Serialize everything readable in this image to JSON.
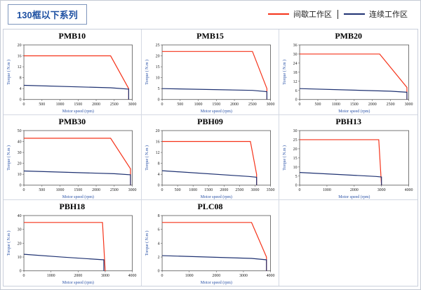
{
  "header": {
    "title": "130框以下系列",
    "legend": [
      {
        "label": "间歇工作区",
        "color": "#f5331a"
      },
      {
        "label": "连续工作区",
        "color": "#1f3272"
      }
    ]
  },
  "chart_data": [
    {
      "type": "line",
      "name": "PMB10",
      "xlabel": "Motor speed (rpm)",
      "ylabel": "Torque ( N.m )",
      "xlim": [
        0,
        3000
      ],
      "xticks": [
        0,
        500,
        1000,
        1500,
        2000,
        2500,
        3000
      ],
      "ylim": [
        0,
        20
      ],
      "yticks": [
        0,
        4,
        8,
        12,
        16,
        20
      ],
      "series": [
        {
          "name": "间歇工作区",
          "color": "#f5331a",
          "points": [
            [
              0,
              16
            ],
            [
              2400,
              16
            ],
            [
              2900,
              4
            ],
            [
              2900,
              0
            ]
          ]
        },
        {
          "name": "连续工作区",
          "color": "#1f3272",
          "points": [
            [
              0,
              5.2
            ],
            [
              2400,
              4.3
            ],
            [
              2900,
              3.8
            ],
            [
              2900,
              0
            ]
          ]
        }
      ]
    },
    {
      "type": "line",
      "name": "PMB15",
      "xlabel": "Motor speed (rpm)",
      "ylabel": "Torque ( N.m )",
      "xlim": [
        0,
        3000
      ],
      "xticks": [
        0,
        500,
        1000,
        1500,
        2000,
        2500,
        3000
      ],
      "ylim": [
        0,
        25
      ],
      "yticks": [
        0,
        5,
        10,
        15,
        20,
        25
      ],
      "series": [
        {
          "name": "间歇工作区",
          "color": "#f5331a",
          "points": [
            [
              0,
              22
            ],
            [
              2500,
              22
            ],
            [
              2900,
              5
            ],
            [
              2900,
              0
            ]
          ]
        },
        {
          "name": "连续工作区",
          "color": "#1f3272",
          "points": [
            [
              0,
              5
            ],
            [
              2500,
              4.2
            ],
            [
              2900,
              3.6
            ],
            [
              2900,
              0
            ]
          ]
        }
      ]
    },
    {
      "type": "line",
      "name": "PMB20",
      "xlabel": "Motor speed (rpm)",
      "ylabel": "Torque ( N.m )",
      "xlim": [
        0,
        3000
      ],
      "xticks": [
        0,
        500,
        1000,
        1500,
        2000,
        2500,
        3000
      ],
      "ylim": [
        0,
        36
      ],
      "yticks": [
        0,
        6,
        12,
        18,
        24,
        30,
        36
      ],
      "series": [
        {
          "name": "间歇工作区",
          "color": "#f5331a",
          "points": [
            [
              0,
              30
            ],
            [
              2200,
              30
            ],
            [
              2950,
              8
            ],
            [
              2950,
              0
            ]
          ]
        },
        {
          "name": "连续工作区",
          "color": "#1f3272",
          "points": [
            [
              0,
              7.2
            ],
            [
              2500,
              5.5
            ],
            [
              2950,
              4.8
            ],
            [
              2950,
              0
            ]
          ]
        }
      ]
    },
    {
      "type": "line",
      "name": "PMB30",
      "xlabel": "Motor speed (rpm)",
      "ylabel": "Torque ( N.m )",
      "xlim": [
        0,
        3000
      ],
      "xticks": [
        0,
        500,
        1000,
        1500,
        2000,
        2500,
        3000
      ],
      "ylim": [
        0,
        50
      ],
      "yticks": [
        0,
        10,
        20,
        30,
        40,
        50
      ],
      "series": [
        {
          "name": "间歇工作区",
          "color": "#f5331a",
          "points": [
            [
              0,
              43
            ],
            [
              2400,
              43
            ],
            [
              2950,
              15
            ],
            [
              2950,
              0
            ]
          ]
        },
        {
          "name": "连续工作区",
          "color": "#1f3272",
          "points": [
            [
              0,
              13
            ],
            [
              2500,
              10.5
            ],
            [
              2950,
              9.5
            ],
            [
              2950,
              0
            ]
          ]
        }
      ]
    },
    {
      "type": "line",
      "name": "PBH09",
      "xlabel": "Motor speed (rpm)",
      "ylabel": "Torque ( N.m )",
      "xlim": [
        0,
        3500
      ],
      "xticks": [
        0,
        500,
        1000,
        1500,
        2000,
        2500,
        3000,
        3500
      ],
      "ylim": [
        0,
        20
      ],
      "yticks": [
        0,
        4,
        8,
        12,
        16,
        20
      ],
      "series": [
        {
          "name": "间歇工作区",
          "color": "#f5331a",
          "points": [
            [
              0,
              16
            ],
            [
              2850,
              16
            ],
            [
              3050,
              4
            ],
            [
              3050,
              0
            ]
          ]
        },
        {
          "name": "连续工作区",
          "color": "#1f3272",
          "points": [
            [
              0,
              5.3
            ],
            [
              2800,
              3.2
            ],
            [
              3050,
              2.9
            ],
            [
              3050,
              0
            ]
          ]
        }
      ]
    },
    {
      "type": "line",
      "name": "PBH13",
      "xlabel": "Motor speed (rpm)",
      "ylabel": "Torque ( N.m )",
      "xlim": [
        0,
        4000
      ],
      "xticks": [
        0,
        1000,
        2000,
        3000,
        4000
      ],
      "ylim": [
        0,
        30
      ],
      "yticks": [
        0,
        5,
        10,
        15,
        20,
        25,
        30
      ],
      "series": [
        {
          "name": "间歇工作区",
          "color": "#f5331a",
          "points": [
            [
              0,
              25
            ],
            [
              2900,
              25
            ],
            [
              3000,
              0
            ]
          ]
        },
        {
          "name": "连续工作区",
          "color": "#1f3272",
          "points": [
            [
              0,
              7
            ],
            [
              2800,
              4.8
            ],
            [
              3000,
              4.5
            ],
            [
              3000,
              0
            ]
          ]
        }
      ]
    },
    {
      "type": "line",
      "name": "PBH18",
      "xlabel": "Motor speed (rpm)",
      "ylabel": "Torque ( N.m )",
      "xlim": [
        0,
        4000
      ],
      "xticks": [
        0,
        1000,
        2000,
        3000,
        4000
      ],
      "ylim": [
        0,
        40
      ],
      "yticks": [
        0,
        10,
        20,
        30,
        40
      ],
      "series": [
        {
          "name": "间歇工作区",
          "color": "#f5331a",
          "points": [
            [
              0,
              35
            ],
            [
              2900,
              35
            ],
            [
              3000,
              0
            ]
          ]
        },
        {
          "name": "连续工作区",
          "color": "#1f3272",
          "points": [
            [
              0,
              12
            ],
            [
              1400,
              10
            ],
            [
              2950,
              8
            ],
            [
              2950,
              0
            ]
          ]
        }
      ]
    },
    {
      "type": "line",
      "name": "PLC08",
      "xlabel": "Motor speed (rpm)",
      "ylabel": "Torque ( N.m )",
      "xlim": [
        0,
        4000
      ],
      "xticks": [
        0,
        1000,
        2000,
        3000,
        4000
      ],
      "ylim": [
        0,
        8
      ],
      "yticks": [
        0,
        2,
        4,
        6,
        8
      ],
      "series": [
        {
          "name": "间歇工作区",
          "color": "#f5331a",
          "points": [
            [
              0,
              7
            ],
            [
              3300,
              7
            ],
            [
              3850,
              2
            ],
            [
              3850,
              0
            ]
          ]
        },
        {
          "name": "连续工作区",
          "color": "#1f3272",
          "points": [
            [
              0,
              2.2
            ],
            [
              3300,
              1.8
            ],
            [
              3850,
              1.6
            ],
            [
              3850,
              0
            ]
          ]
        }
      ]
    }
  ]
}
